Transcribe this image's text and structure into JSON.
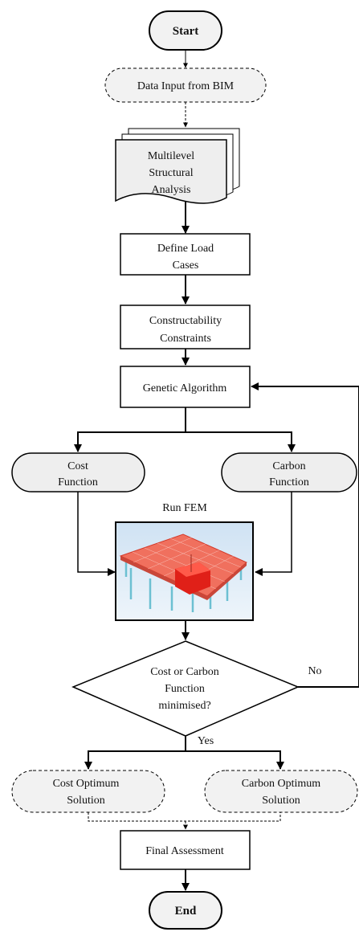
{
  "colors": {
    "stroke": "#000000",
    "terminal_fill": "#f2f2f2",
    "function_fill": "#eeeeee",
    "box_fill": "#ffffff",
    "fem_sky": "#dbe9f6",
    "fem_slab": "#f06a5a",
    "fem_columns": "#7fc8d6"
  },
  "nodes": {
    "start": "Start",
    "data_input": "Data Input from BIM",
    "analysis": [
      "Multilevel",
      "Structural",
      "Analysis"
    ],
    "load_cases": [
      "Define Load",
      "Cases"
    ],
    "constraints": [
      "Constructability",
      "Constraints"
    ],
    "genetic": "Genetic Algorithm",
    "cost_function": [
      "Cost",
      "Function"
    ],
    "carbon_function": [
      "Carbon",
      "Function"
    ],
    "run_fem": "Run FEM",
    "decision": [
      "Cost or Carbon",
      "Function",
      "minimised?"
    ],
    "cost_optimum": [
      "Cost  Optimum",
      "Solution"
    ],
    "carbon_optimum": [
      "Carbon  Optimum",
      "Solution"
    ],
    "final": "Final Assessment",
    "end": "End"
  },
  "edges": {
    "yes": "Yes",
    "no": "No"
  }
}
